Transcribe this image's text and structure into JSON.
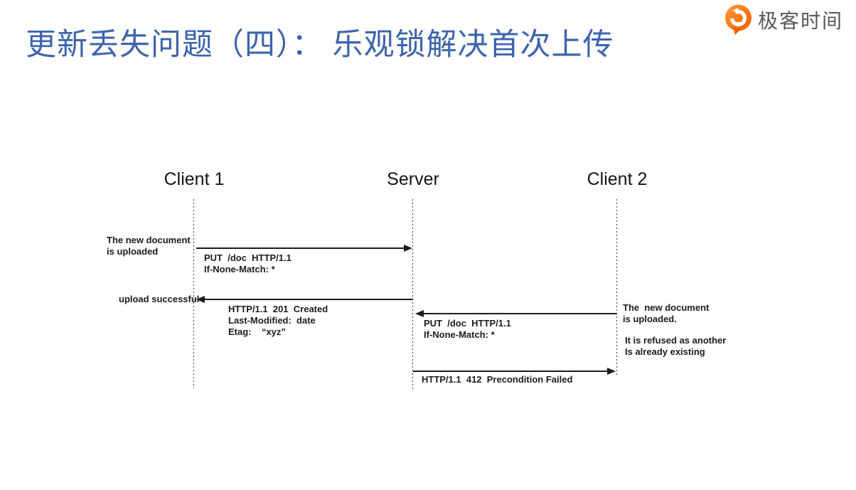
{
  "slide": {
    "title": "更新丢失问题（四）： 乐观锁解决首次上传",
    "title_color": "#3d64ad"
  },
  "logo": {
    "text": "极客时间",
    "icon": "geektime-logo-icon",
    "brand_orange": "#F86A00",
    "text_color": "#585858"
  },
  "diagram": {
    "actors": [
      {
        "label": "Client 1"
      },
      {
        "label": "Server"
      },
      {
        "label": "Client 2"
      }
    ],
    "messages": [
      {
        "from": "Client 1",
        "to": "Server",
        "label": "PUT  /doc  HTTP/1.1\nIf-None-Match: *"
      },
      {
        "from": "Server",
        "to": "Client 1",
        "label": "HTTP/1.1  201  Created\nLast-Modified:  date\nEtag:    “xyz”"
      },
      {
        "from": "Client 2",
        "to": "Server",
        "label": "PUT  /doc  HTTP/1.1\nIf-None-Match: *"
      },
      {
        "from": "Server",
        "to": "Client 2",
        "label": "HTTP/1.1  412  Precondition Failed"
      }
    ],
    "annotations": [
      {
        "side": "left",
        "text": "The new document\nis uploaded"
      },
      {
        "side": "left",
        "text": "upload successful"
      },
      {
        "side": "right",
        "text": "The  new document\nis uploaded."
      },
      {
        "side": "right",
        "text": "It is refused as another\nIs already existing"
      }
    ]
  }
}
